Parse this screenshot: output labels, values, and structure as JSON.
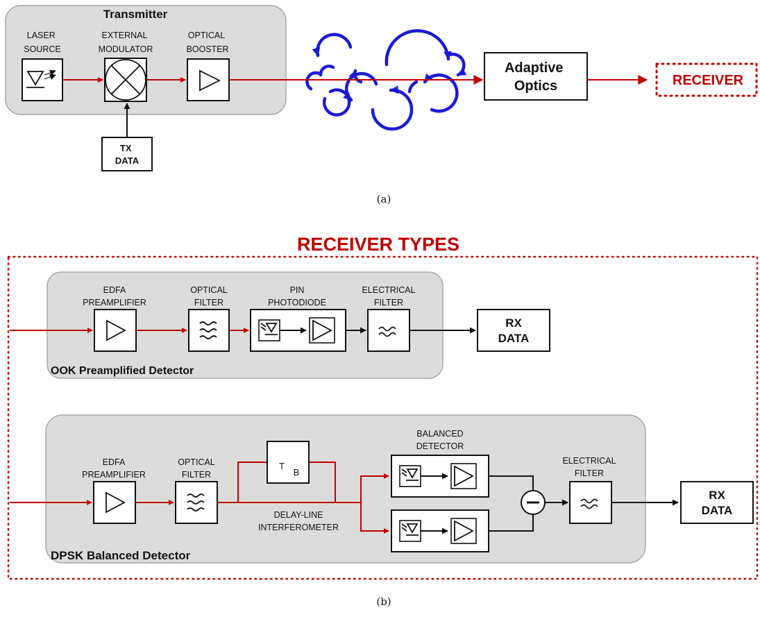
{
  "figure_a": {
    "transmitter_title": "Transmitter",
    "laser_source": [
      "LASER",
      "SOURCE"
    ],
    "external_modulator": [
      "EXTERNAL",
      "MODULATOR"
    ],
    "optical_booster": [
      "OPTICAL",
      "BOOSTER"
    ],
    "tx_data": [
      "TX",
      "DATA"
    ],
    "adaptive_optics": [
      "Adaptive",
      "Optics"
    ],
    "receiver": "RECEIVER",
    "caption": "(a)"
  },
  "figure_b": {
    "title": "RECEIVER TYPES",
    "ook": {
      "panel_label": "OOK Preamplified Detector",
      "edfa": [
        "EDFA",
        "PREAMPLIFIER"
      ],
      "optical_filter": [
        "OPTICAL",
        "FILTER"
      ],
      "pin": [
        "PIN",
        "PHOTODIODE"
      ],
      "electrical_filter": [
        "ELECTRICAL",
        "FILTER"
      ],
      "rx_data": [
        "RX",
        "DATA"
      ]
    },
    "dpsk": {
      "panel_label": "DPSK Balanced Detector",
      "edfa": [
        "EDFA",
        "PREAMPLIFIER"
      ],
      "optical_filter": [
        "OPTICAL",
        "FILTER"
      ],
      "delay_symbol": "T",
      "delay_subscript": "B",
      "delay_line": [
        "DELAY-LINE",
        "INTERFEROMETER"
      ],
      "balanced_detector": [
        "BALANCED",
        "DETECTOR"
      ],
      "electrical_filter": [
        "ELECTRICAL",
        "FILTER"
      ],
      "rx_data": [
        "RX",
        "DATA"
      ]
    },
    "caption": "(b)"
  },
  "colors": {
    "optical_path": "#c00000",
    "electrical_path": "#111111",
    "turbulence": "#1a1ad6",
    "panel_fill": "#dcdcdc"
  }
}
